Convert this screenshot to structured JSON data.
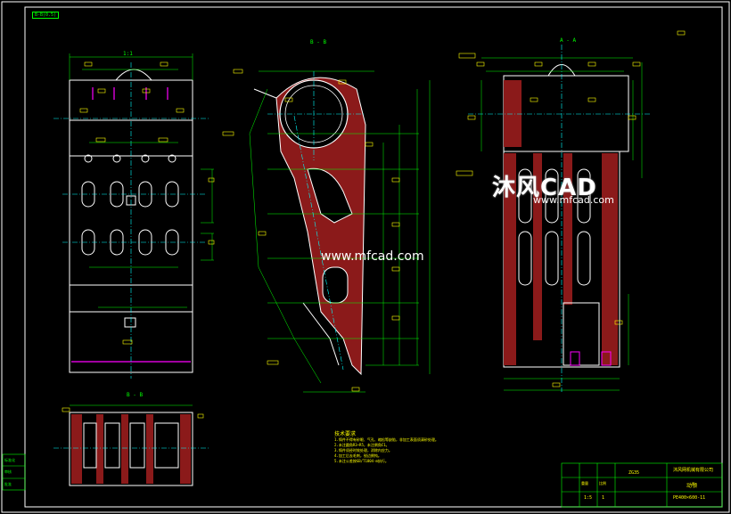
{
  "drawing": {
    "top_left_tag": "B-B(0.5)",
    "section_label_top_center": "B - B",
    "section_label_bottom_left": "B - B",
    "section_label_top_right": "A - A",
    "scale_label": "1:1",
    "notes_title": "技术要求",
    "notes": [
      "1.铸件不得有砂眼、气孔、缩松等缺陷，非加工表面须清砂处理。",
      "2.未注圆角R3~R5，未注倒角C1。",
      "3.铸件须经时效处理，消除内应力。",
      "4.加工后去毛刺，锐边倒钝。",
      "5.未注公差按GB/T1804-m执行。"
    ]
  },
  "title_block": {
    "company": "沐风网机械有限公司",
    "part_name": "动颚",
    "drawing_no": "PE400×600-11",
    "material": "ZG35",
    "scale": "1:5",
    "sheet": "1",
    "mass_label": "重量",
    "small_label": "比例"
  },
  "left_panel": {
    "labels": [
      "标准化",
      "审核",
      "批准"
    ]
  },
  "watermark": {
    "logo": "沐风CAD",
    "url": "www.mfcad.com",
    "url2": "www.mfcad.com"
  },
  "colors": {
    "background": "#000000",
    "frame": "#ffffff",
    "outline": "#ffffff",
    "dimension": "#00ff00",
    "text": "#ffff00",
    "center": "#00ffff",
    "hatch": "#8b1a1a",
    "magenta": "#ff00ff"
  }
}
